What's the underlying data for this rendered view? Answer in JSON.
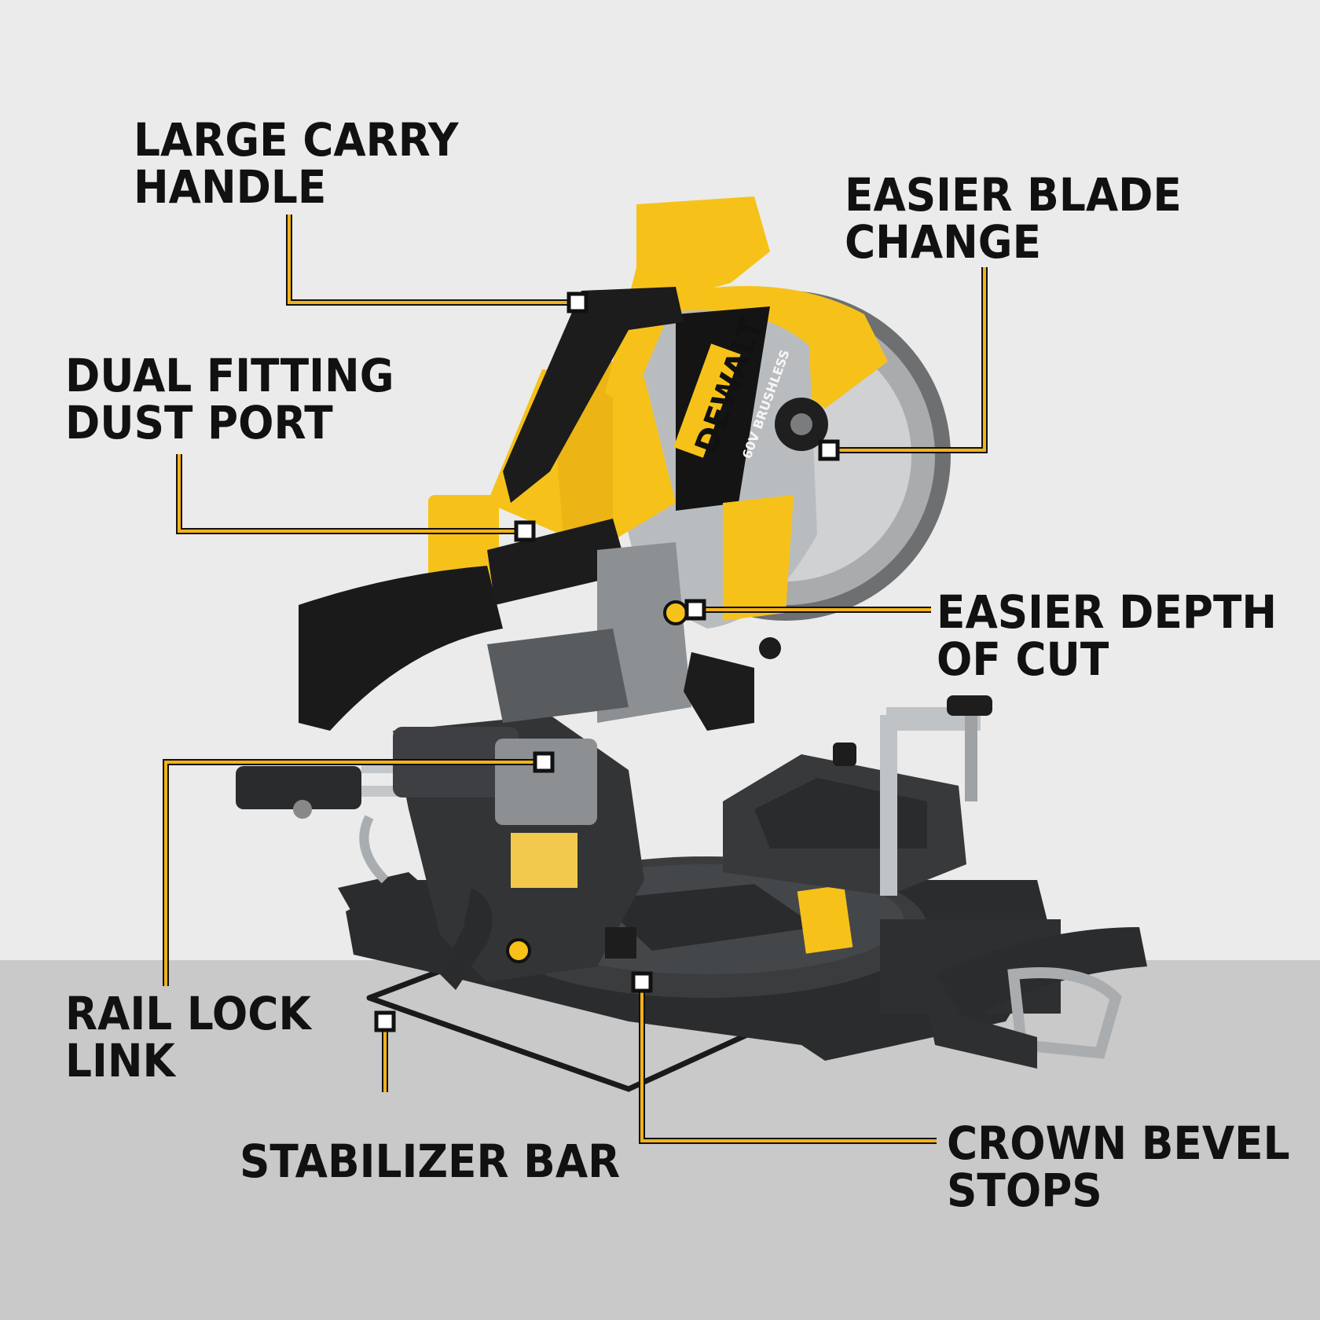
{
  "callouts": {
    "large_carry_handle": {
      "line1": "LARGE CARRY",
      "line2": "HANDLE"
    },
    "easier_blade_change": {
      "line1": "EASIER BLADE",
      "line2": "CHANGE"
    },
    "dual_fitting_dust_port": {
      "line1": "DUAL FITTING",
      "line2": "DUST PORT"
    },
    "easier_depth_of_cut": {
      "line1": "EASIER DEPTH",
      "line2": "OF CUT"
    },
    "rail_lock_link": {
      "line1": "RAIL LOCK",
      "line2": "LINK"
    },
    "stabilizer_bar": {
      "line1": "STABILIZER BAR"
    },
    "crown_bevel_stops": {
      "line1": "CROWN BEVEL",
      "line2": "STOPS"
    }
  },
  "product": {
    "brand_text": "DEWALT",
    "badge_text": "60V BRUSHLESS"
  },
  "colors": {
    "callout_line": "#f2b21b",
    "callout_line_shadow": "#111111",
    "dewalt_yellow": "#f6c21a",
    "tool_black": "#1c1c1c",
    "tool_gray": "#3b3d3f",
    "background_top": "#ebebeb",
    "background_floor": "#c9c9c9"
  }
}
